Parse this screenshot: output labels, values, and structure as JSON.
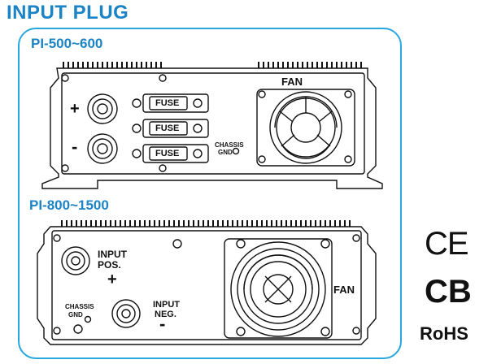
{
  "heading": "INPUT PLUG",
  "models": [
    {
      "name": "PI-500~600",
      "labels": {
        "positive": "+",
        "negative": "-",
        "fuse": [
          "FUSE",
          "FUSE",
          "FUSE"
        ],
        "chassis_line1": "CHASSIS",
        "chassis_line2": "GND",
        "fan": "FAN"
      }
    },
    {
      "name": "PI-800~1500",
      "labels": {
        "input_pos_line1": "INPUT",
        "input_pos_line2": "POS.",
        "positive": "+",
        "chassis_line1": "CHASSIS",
        "chassis_line2": "GND",
        "input_neg_line1": "INPUT",
        "input_neg_line2": "NEG.",
        "negative": "-",
        "fan": "FAN"
      }
    }
  ],
  "certifications": [
    "CE",
    "CB",
    "RoHS"
  ],
  "colors": {
    "accent": "#1b84c6",
    "frame": "#27a7dc",
    "ink": "#111111"
  }
}
